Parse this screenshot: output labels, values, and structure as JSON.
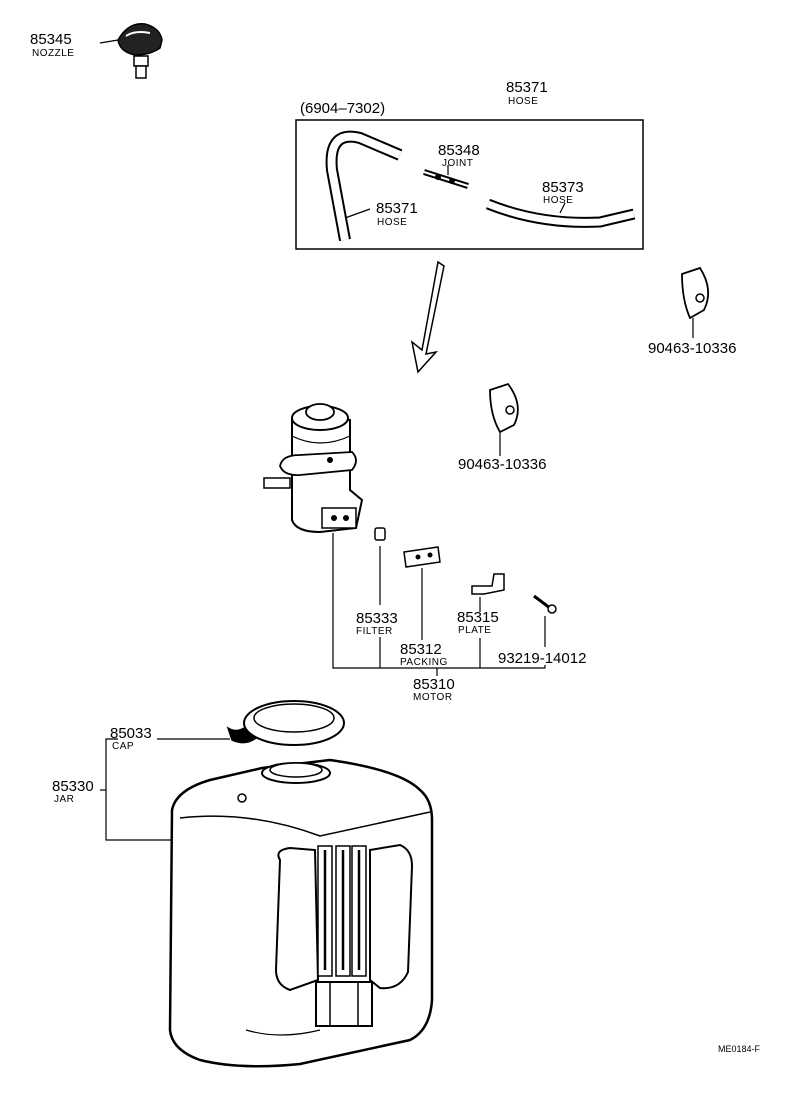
{
  "parts": {
    "nozzle": {
      "number": "85345",
      "name": "NOZZLE"
    },
    "hose_main": {
      "number": "85371",
      "name": "HOSE"
    },
    "inset_range": "(6904–7302)",
    "joint": {
      "number": "85348",
      "name": "JOINT"
    },
    "hose_inset_a": {
      "number": "85371",
      "name": "HOSE"
    },
    "hose_inset_b": {
      "number": "85373",
      "name": "HOSE"
    },
    "clamp_right": {
      "number": "90463-10336"
    },
    "clamp_mid": {
      "number": "90463-10336"
    },
    "filter": {
      "number": "85333",
      "name": "FILTER"
    },
    "packing": {
      "number": "85312",
      "name": "PACKING"
    },
    "plate": {
      "number": "85315",
      "name": "PLATE"
    },
    "screw": {
      "number": "93219-14012"
    },
    "motor": {
      "number": "85310",
      "name": "MOTOR"
    },
    "cap": {
      "number": "85033",
      "name": "CAP"
    },
    "jar": {
      "number": "85330",
      "name": "JAR"
    }
  },
  "drawing_code": "ME0184-F"
}
